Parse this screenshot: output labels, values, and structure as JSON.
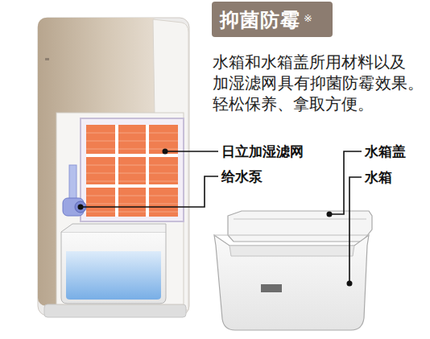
{
  "diagram": {
    "nodes": [
      {
        "text": [
          "抑菌防霉",
          "※"
        ]
      }
    ],
    "labels": [
      "水箱和水箱盖所用材料以及加湿滤网具有抑菌防霉效果。轻松保养、拿取方便。",
      "日立加湿滤网",
      "给水泵",
      "水箱盖",
      "水箱"
    ]
  }
}
